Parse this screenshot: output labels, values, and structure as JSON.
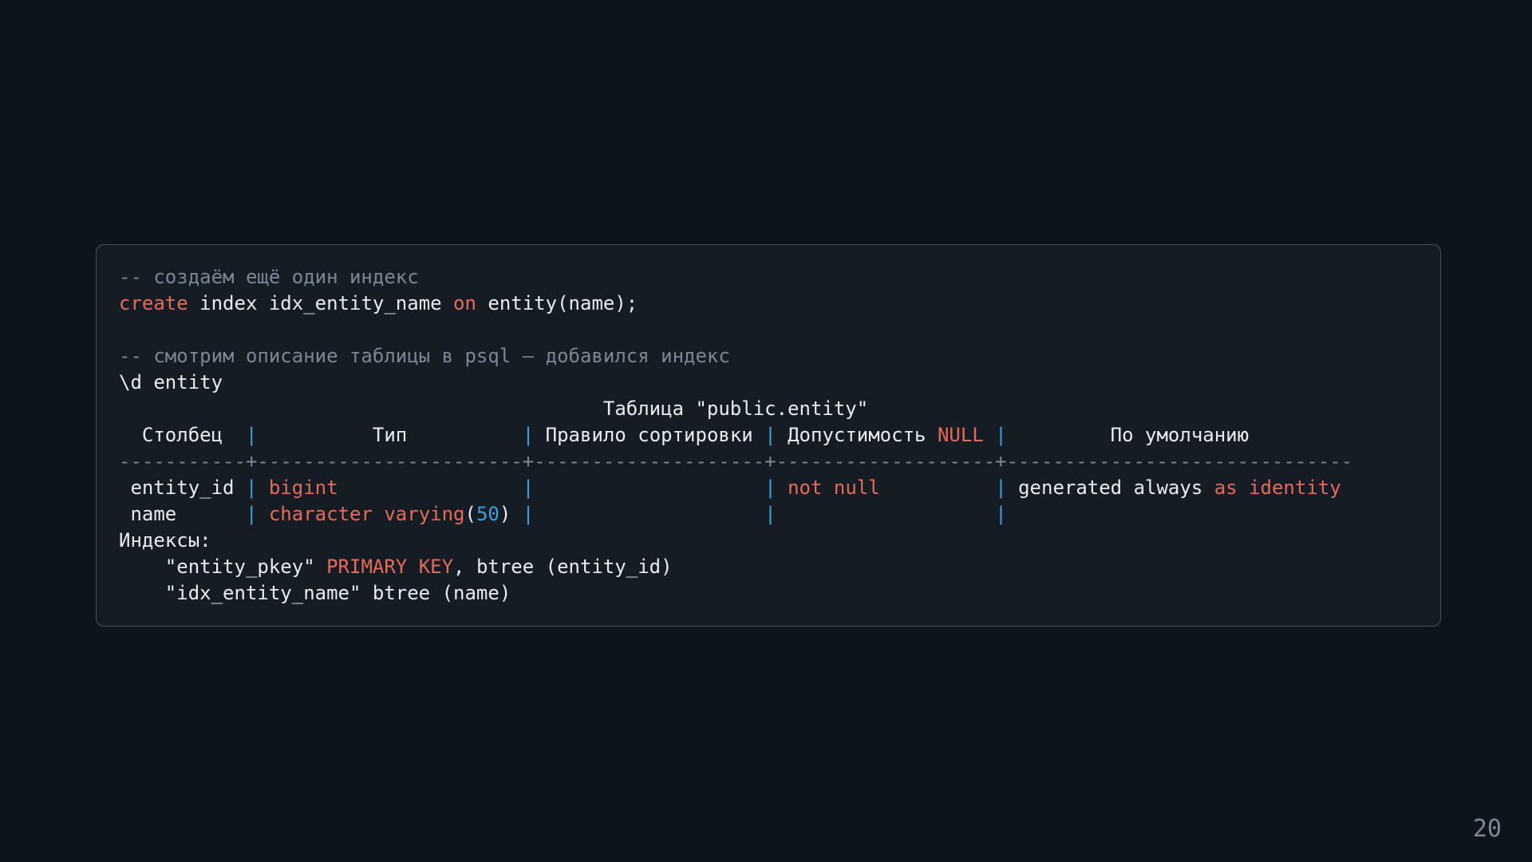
{
  "page": {
    "number": "20"
  },
  "colors": {
    "background": "#0e141b",
    "panel_bg": "#151c24",
    "panel_border": "#46505c",
    "text": "#e8ecef",
    "comment": "#7b8794",
    "keyword": "#e66a5a",
    "blue": "#41a0d8",
    "page_number": "#7d8892"
  },
  "code": {
    "lines": [
      [
        [
          "comment",
          "-- создаём ещё один индекс"
        ]
      ],
      [
        [
          "keyword",
          "create"
        ],
        [
          "text",
          " index idx_entity_name "
        ],
        [
          "keyword",
          "on"
        ],
        [
          "text",
          " entity(name);"
        ]
      ],
      [
        [
          "text",
          ""
        ]
      ],
      [
        [
          "comment",
          "-- смотрим описание таблицы в psql — добавился индекс"
        ]
      ],
      [
        [
          "text",
          "\\d entity"
        ]
      ],
      [
        [
          "text",
          "                                          Таблица \"public.entity\""
        ]
      ],
      [
        [
          "text",
          "  Столбец  "
        ],
        [
          "blue",
          "|"
        ],
        [
          "text",
          "          Тип          "
        ],
        [
          "blue",
          "|"
        ],
        [
          "text",
          " Правило сортировки "
        ],
        [
          "blue",
          "|"
        ],
        [
          "text",
          " Допустимость "
        ],
        [
          "keyword",
          "NULL"
        ],
        [
          "text",
          " "
        ],
        [
          "blue",
          "|"
        ],
        [
          "text",
          "         По умолчанию"
        ]
      ],
      [
        [
          "muted",
          "-----------+-----------------------+--------------------+-------------------+------------------------------"
        ]
      ],
      [
        [
          "text",
          " entity_id "
        ],
        [
          "blue",
          "|"
        ],
        [
          "text",
          " "
        ],
        [
          "keyword",
          "bigint"
        ],
        [
          "text",
          "                "
        ],
        [
          "blue",
          "|"
        ],
        [
          "text",
          "                    "
        ],
        [
          "blue",
          "|"
        ],
        [
          "text",
          " "
        ],
        [
          "keyword",
          "not null"
        ],
        [
          "text",
          "          "
        ],
        [
          "blue",
          "|"
        ],
        [
          "text",
          " generated always "
        ],
        [
          "keyword",
          "as identity"
        ]
      ],
      [
        [
          "text",
          " name      "
        ],
        [
          "blue",
          "|"
        ],
        [
          "text",
          " "
        ],
        [
          "keyword",
          "character varying"
        ],
        [
          "text",
          "("
        ],
        [
          "blue",
          "50"
        ],
        [
          "text",
          ") "
        ],
        [
          "blue",
          "|"
        ],
        [
          "text",
          "                    "
        ],
        [
          "blue",
          "|"
        ],
        [
          "text",
          "                   "
        ],
        [
          "blue",
          "|"
        ]
      ],
      [
        [
          "text",
          "Индексы:"
        ]
      ],
      [
        [
          "text",
          "    \"entity_pkey\" "
        ],
        [
          "keyword",
          "PRIMARY KEY"
        ],
        [
          "text",
          ", btree (entity_id)"
        ]
      ],
      [
        [
          "text",
          "    \"idx_entity_name\" btree (name)"
        ]
      ]
    ]
  }
}
